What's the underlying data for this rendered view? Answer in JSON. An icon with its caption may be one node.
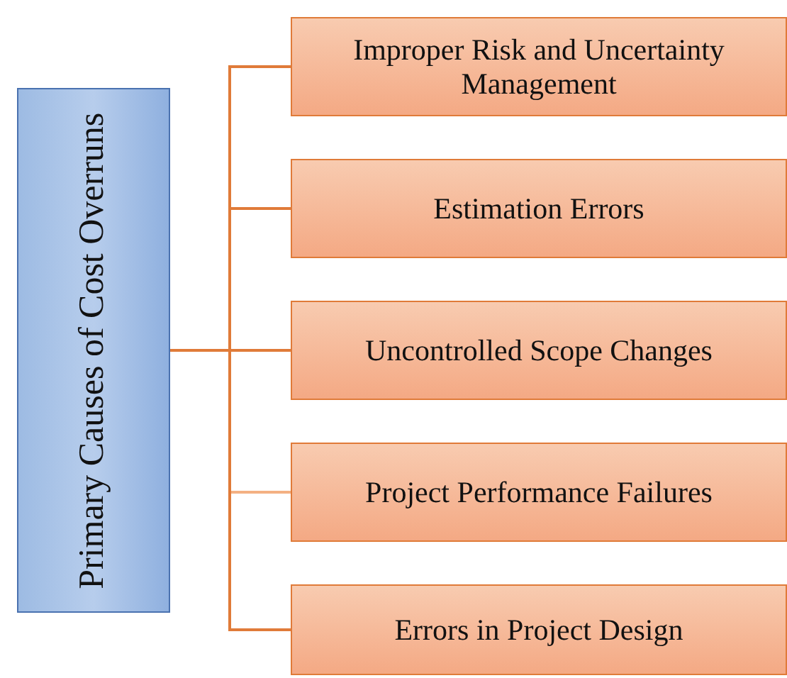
{
  "diagram": {
    "nodes": [
      {
        "text": [
          "Primary Causes of Cost Overruns"
        ]
      },
      {
        "text": [
          "Improper Risk and Uncertainty Management"
        ]
      },
      {
        "text": [
          "Estimation Errors"
        ]
      },
      {
        "text": [
          "Uncontrolled Scope Changes"
        ]
      },
      {
        "text": [
          "Project Performance Failures"
        ]
      },
      {
        "text": [
          "Errors in Project Design"
        ]
      }
    ],
    "edges": [
      {
        "from": 0,
        "to": 1,
        "arrow": "none"
      },
      {
        "from": 0,
        "to": 2,
        "arrow": "none"
      },
      {
        "from": 0,
        "to": 3,
        "arrow": "none"
      },
      {
        "from": 0,
        "to": 4,
        "arrow": "none",
        "color": "#f4b183"
      },
      {
        "from": 0,
        "to": 5,
        "arrow": "none"
      }
    ]
  }
}
